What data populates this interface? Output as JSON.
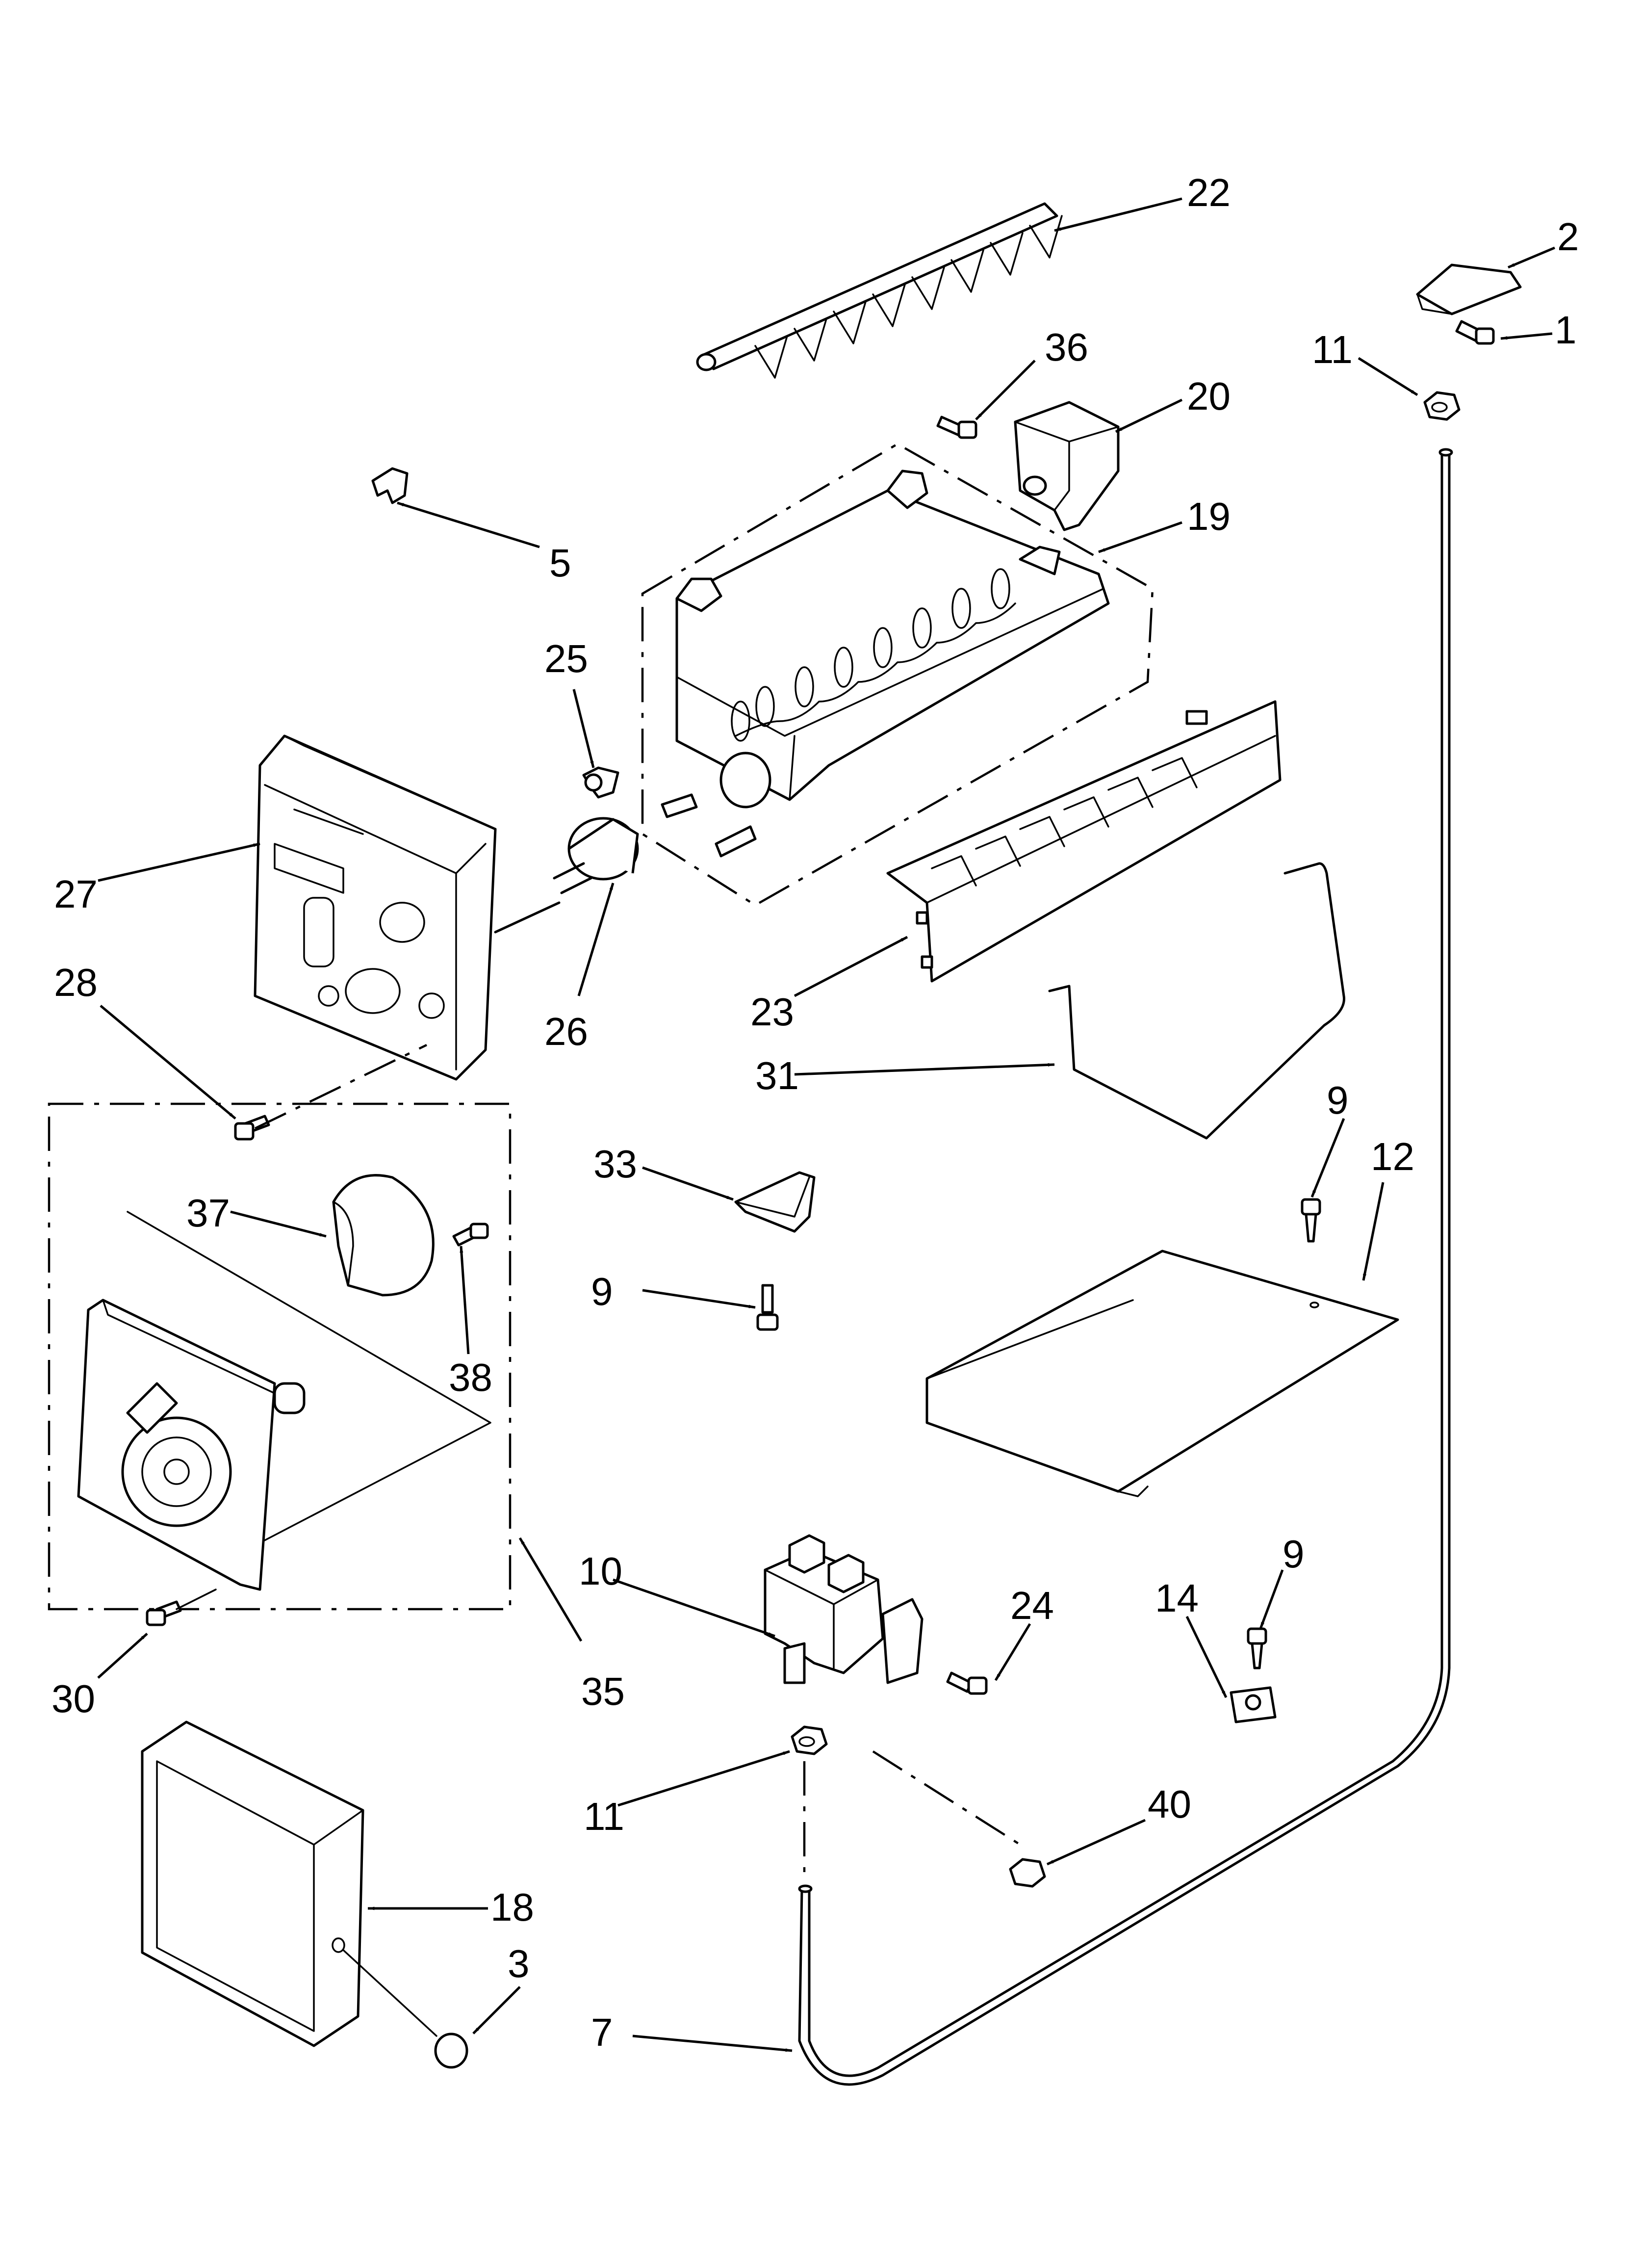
{
  "diagram": {
    "parts": [
      {
        "id": "p1",
        "label": "1"
      },
      {
        "id": "p2",
        "label": "2"
      },
      {
        "id": "p3",
        "label": "3"
      },
      {
        "id": "p5",
        "label": "5"
      },
      {
        "id": "p7",
        "label": "7"
      },
      {
        "id": "p9a",
        "label": "9"
      },
      {
        "id": "p9b",
        "label": "9"
      },
      {
        "id": "p9c",
        "label": "9"
      },
      {
        "id": "p10",
        "label": "10"
      },
      {
        "id": "p11a",
        "label": "11"
      },
      {
        "id": "p11b",
        "label": "11"
      },
      {
        "id": "p12",
        "label": "12"
      },
      {
        "id": "p14",
        "label": "14"
      },
      {
        "id": "p18",
        "label": "18"
      },
      {
        "id": "p19",
        "label": "19"
      },
      {
        "id": "p20",
        "label": "20"
      },
      {
        "id": "p22",
        "label": "22"
      },
      {
        "id": "p23",
        "label": "23"
      },
      {
        "id": "p24",
        "label": "24"
      },
      {
        "id": "p25",
        "label": "25"
      },
      {
        "id": "p26",
        "label": "26"
      },
      {
        "id": "p27",
        "label": "27"
      },
      {
        "id": "p28",
        "label": "28"
      },
      {
        "id": "p30",
        "label": "30"
      },
      {
        "id": "p31",
        "label": "31"
      },
      {
        "id": "p33",
        "label": "33"
      },
      {
        "id": "p35",
        "label": "35"
      },
      {
        "id": "p36",
        "label": "36"
      },
      {
        "id": "p37",
        "label": "37"
      },
      {
        "id": "p38",
        "label": "38"
      },
      {
        "id": "p40",
        "label": "40"
      }
    ]
  }
}
